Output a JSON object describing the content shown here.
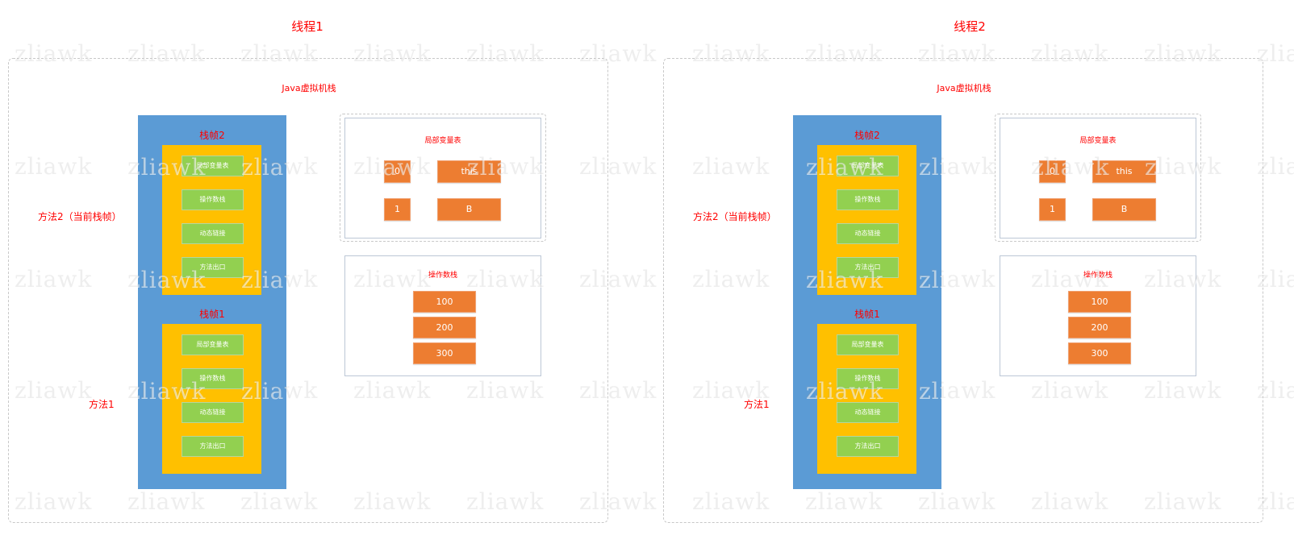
{
  "threads": [
    {
      "title": "线程1",
      "stack_title": "Java虚拟机栈",
      "method2_label": "方法2（当前栈帧）",
      "method1_label": "方法1",
      "frames": [
        {
          "label": "栈帧2",
          "items": [
            "局部变量表",
            "操作数栈",
            "动态链接",
            "方法出口"
          ]
        },
        {
          "label": "栈帧1",
          "items": [
            "局部变量表",
            "操作数栈",
            "动态链接",
            "方法出口"
          ]
        }
      ],
      "local_vars": {
        "title": "局部变量表",
        "rows": [
          {
            "index": "0",
            "value": "this"
          },
          {
            "index": "1",
            "value": "B"
          }
        ]
      },
      "operand_stack": {
        "title": "操作数栈",
        "values": [
          "100",
          "200",
          "300"
        ]
      }
    },
    {
      "title": "线程2",
      "stack_title": "Java虚拟机栈",
      "method2_label": "方法2（当前栈帧）",
      "method1_label": "方法1",
      "frames": [
        {
          "label": "栈帧2",
          "items": [
            "局部变量表",
            "操作数栈",
            "动态链接",
            "方法出口"
          ]
        },
        {
          "label": "栈帧1",
          "items": [
            "局部变量表",
            "操作数栈",
            "动态链接",
            "方法出口"
          ]
        }
      ],
      "local_vars": {
        "title": "局部变量表",
        "rows": [
          {
            "index": "0",
            "value": "this"
          },
          {
            "index": "1",
            "value": "B"
          }
        ]
      },
      "operand_stack": {
        "title": "操作数栈",
        "values": [
          "100",
          "200",
          "300"
        ]
      }
    }
  ],
  "watermark": "zliawk",
  "colors": {
    "label_red": "#ff0000",
    "stack_blue": "#5b9bd5",
    "frame_yellow": "#ffc000",
    "item_green": "#92d050",
    "cell_orange": "#ed7d31"
  }
}
